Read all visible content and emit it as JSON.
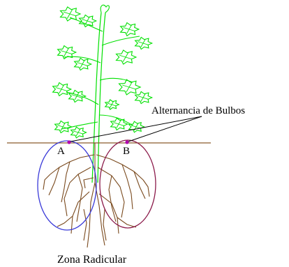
{
  "labels": {
    "bulb_alternation": "Alternancia de Bulbos",
    "point_a": "A",
    "point_b": "B",
    "root_zone": "Zona Radicular"
  },
  "colors": {
    "foliage": "#00e000",
    "ground": "#8b5a2b",
    "roots": "#7a4a1e",
    "bulb_a": "#3a3ad8",
    "bulb_b": "#8b1a4a",
    "emitter": "#b000b0",
    "leader": "#000000"
  }
}
